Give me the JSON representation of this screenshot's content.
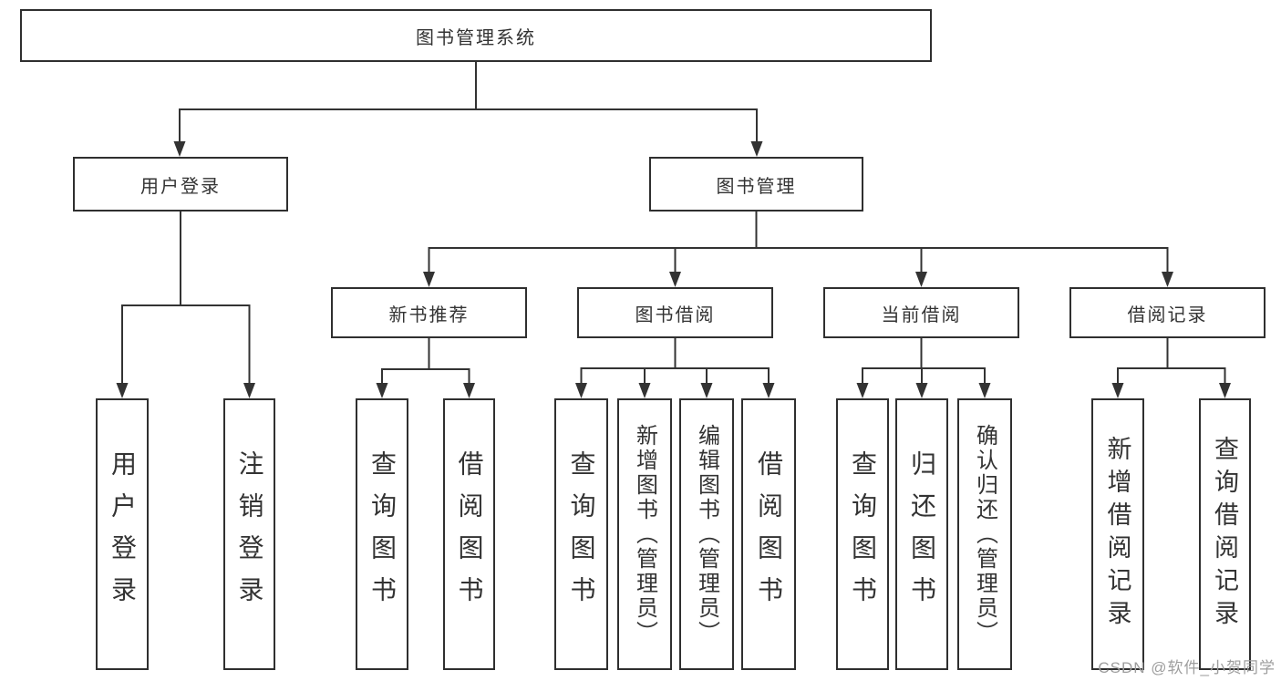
{
  "tree": {
    "root": {
      "label": "图书管理系统"
    },
    "branches": [
      {
        "label": "用户登录",
        "children": [
          {
            "label": "用户登录"
          },
          {
            "label": "注销登录"
          }
        ]
      },
      {
        "label": "图书管理",
        "children": [
          {
            "label": "新书推荐",
            "children": [
              {
                "label": "查询图书"
              },
              {
                "label": "借阅图书"
              }
            ]
          },
          {
            "label": "图书借阅",
            "children": [
              {
                "label": "查询图书"
              },
              {
                "label": "新增图书（管理员）"
              },
              {
                "label": "编辑图书（管理员）"
              },
              {
                "label": "借阅图书"
              }
            ]
          },
          {
            "label": "当前借阅",
            "children": [
              {
                "label": "查询图书"
              },
              {
                "label": "归还图书"
              },
              {
                "label": "确认归还（管理员）"
              }
            ]
          },
          {
            "label": "借阅记录",
            "children": [
              {
                "label": "新增借阅记录"
              },
              {
                "label": "查询借阅记录"
              }
            ]
          }
        ]
      }
    ]
  },
  "watermark": {
    "text": "CSDN @软件_小贺同学"
  },
  "colors": {
    "line": "#333333",
    "box_border": "#2f2f2f",
    "text": "#333333",
    "watermark": "#9e9e9e",
    "background": "#ffffff"
  }
}
